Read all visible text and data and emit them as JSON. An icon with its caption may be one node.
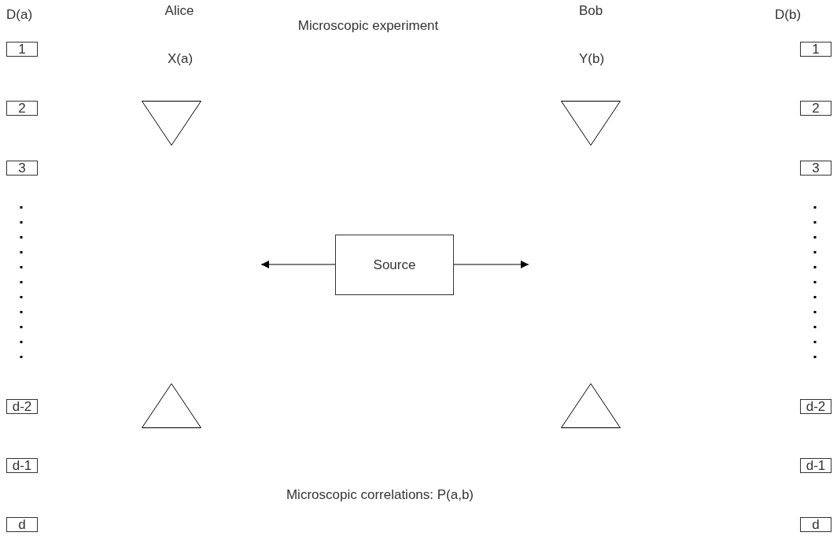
{
  "diagram": {
    "title": "Microscopic experiment",
    "nodes": [
      {
        "text": [
          "1"
        ]
      },
      {
        "text": [
          "2"
        ]
      },
      {
        "text": [
          "3"
        ]
      },
      {
        "text": [
          "d-2"
        ]
      },
      {
        "text": [
          "d-1"
        ]
      },
      {
        "text": [
          "d"
        ]
      },
      {
        "text": [
          "1"
        ]
      },
      {
        "text": [
          "2"
        ]
      },
      {
        "text": [
          "3"
        ]
      },
      {
        "text": [
          "d-2"
        ]
      },
      {
        "text": [
          "d-1"
        ]
      },
      {
        "text": [
          "d"
        ]
      },
      {
        "text": [],
        "shape": "triangle"
      },
      {
        "text": [],
        "shape": "triangle"
      },
      {
        "text": [],
        "shape": "triangle"
      },
      {
        "text": [],
        "shape": "triangle"
      },
      {
        "text": [
          "Source"
        ]
      }
    ],
    "edges": [
      {
        "from": 16,
        "to": null,
        "arrow": "to"
      },
      {
        "from": 16,
        "to": null,
        "arrow": "to"
      }
    ],
    "labels": [
      "D(a)",
      "Alice",
      "Bob",
      "D(b)",
      "X(a)",
      "Y(b)",
      "Microscopic correlations: P(a,b)"
    ]
  }
}
